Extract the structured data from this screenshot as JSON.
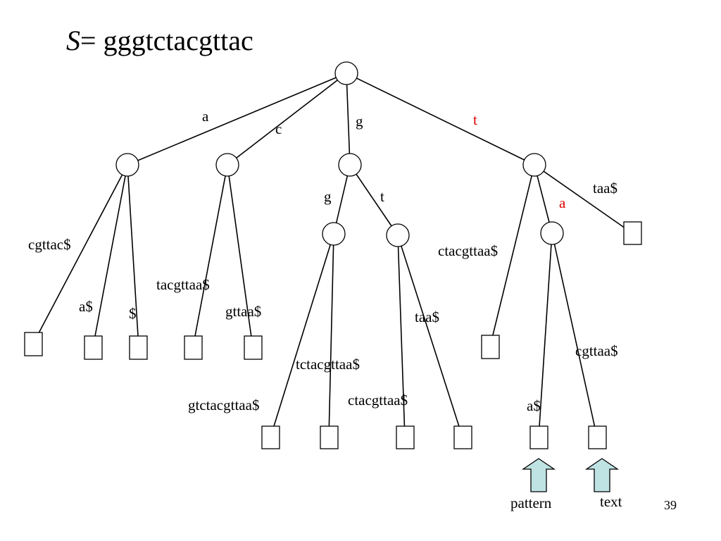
{
  "title": {
    "variable": "S",
    "equals": "=",
    "string": "gggtctacgttac"
  },
  "colors": {
    "stroke": "#000000",
    "highlight": "#e00000",
    "arrow_fill": "#bfe3e3"
  },
  "edge_labels": {
    "root_a": "a",
    "root_c": "c",
    "root_g": "g",
    "root_t": "t",
    "a_cgttac": "cgttac$",
    "a_a": "a$",
    "a_end": "$",
    "c_tacgttaa": "tacgttaa$",
    "c_gttaa": "gttaa$",
    "g_g": "g",
    "g_t": "t",
    "gg_tctacgttaa": "tctacgttaa$",
    "gg_gtctacgttaa": "gtctacgttaa$",
    "gt_ctacgttaa": "ctacgttaa$",
    "gt_taa": "taa$",
    "t_ctacgttaa": "ctacgttaa$",
    "t_a": "a",
    "t_taa": "taa$",
    "ta_a": "a$",
    "ta_cgttaa": "cgttaa$"
  },
  "arrows": {
    "pattern": "pattern",
    "text": "text"
  },
  "page_number": "39"
}
